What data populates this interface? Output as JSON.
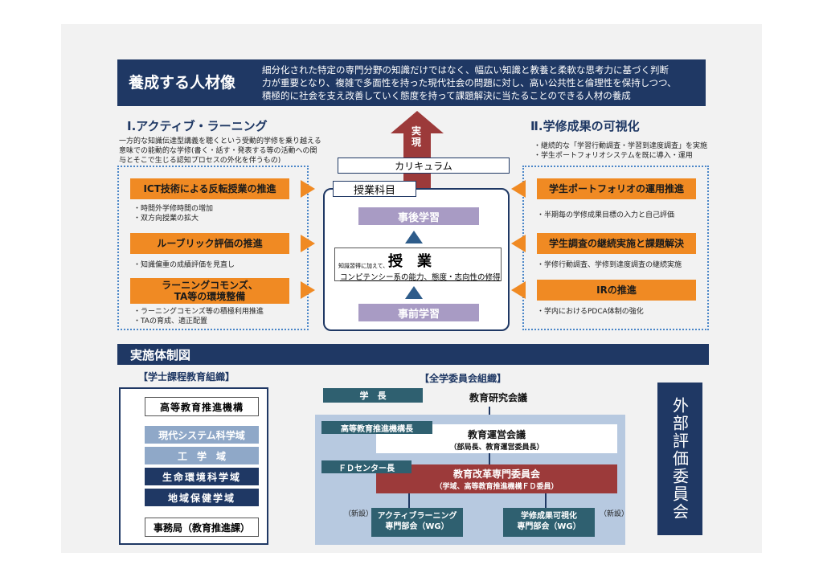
{
  "header": {
    "title": "養成する人材像",
    "desc": [
      "細分化された特定の専門分野の知識だけではなく、幅広い知識と教養と柔軟な思考力に基づく判断",
      "力が重要となり、複雑で多面性を持った現代社会の問題に対し、高い公共性と倫理性を保持しつつ、",
      "積極的に社会を支え改善していく態度を持って課題解決に当たることのできる人材の養成"
    ]
  },
  "left": {
    "title": "Ⅰ.アクティブ・ラーニング",
    "intro": [
      "一方的な知識伝達型講義を聴くという受動的学修を乗り越える",
      "意味での能動的な学修(書く・話す・発表する等の活動への関",
      "与とそこで生じる認知プロセスの外化を伴うもの)"
    ],
    "items": [
      {
        "label": "ICT技術による反転授業の推進",
        "notes": [
          "・時間外学修時間の増加",
          "・双方向授業の拡大"
        ]
      },
      {
        "label": "ルーブリック評価の推進",
        "notes": [
          "・知識偏重の成績評価を見直し"
        ]
      },
      {
        "label": "ラーニングコモンズ、\nTA等の環境整備",
        "notes": [
          "・ラーニングコモンズ等の積極利用推進",
          "・TAの育成、適正配置"
        ]
      }
    ]
  },
  "right": {
    "title": "Ⅱ.学修成果の可視化",
    "intro": [
      "・継続的な「学習行動調査・学習到達度調査」を実施",
      "・学生ポートフォリオシステムを既に導入・運用"
    ],
    "items": [
      {
        "label": "学生ポートフォリオの運用推進",
        "notes": [
          "・半期毎の学修成果目標の入力と自己評価"
        ]
      },
      {
        "label": "学生調査の継続実施と課題解決",
        "notes": [
          "・学修行動調査、学修到達度調査の継続実施"
        ]
      },
      {
        "label": "IRの推進",
        "notes": [
          "・学内におけるPDCA体制の強化"
        ]
      }
    ]
  },
  "center": {
    "arrow_label": "実現",
    "curriculum": "カリキュラム",
    "subject": "授業科目",
    "after": "事後学習",
    "class_title": "授　業",
    "class_prefix": "知識習得に加えて、",
    "class_sub": "コンピテンシー系の能力、態度・志向性の修得",
    "before": "事前学習"
  },
  "impl": {
    "title": "実施体制図",
    "left_title": "【学士課程教育組織】",
    "left_items": [
      "高等教育推進機構",
      "現代システム科学域",
      "工　学　域",
      "生命環境科学域",
      "地域保健学域",
      "事務局（教育推進課）"
    ],
    "mid_title": "【全学委員会組織】",
    "gakucho": "学　長",
    "kenkyu": "教育研究会議",
    "kiko_cho": "高等教育推進機構長",
    "unei": "教育運営会議",
    "unei_sub": "（部局長、教育運営委員長）",
    "fd_cho": "ＦＤセンター長",
    "kaikaku": "教育改革専門委員会",
    "kaikaku_sub": "（学域、高等教育推進機構ＦＤ委員）",
    "new_left": "（新設）",
    "new_right": "（新設）",
    "wg1_l1": "アクティブラーニング",
    "wg1_l2": "専門部会（WG）",
    "wg2_l1": "学修成果可視化",
    "wg2_l2": "専門部会（WG）",
    "external": "外部評価委員会"
  }
}
